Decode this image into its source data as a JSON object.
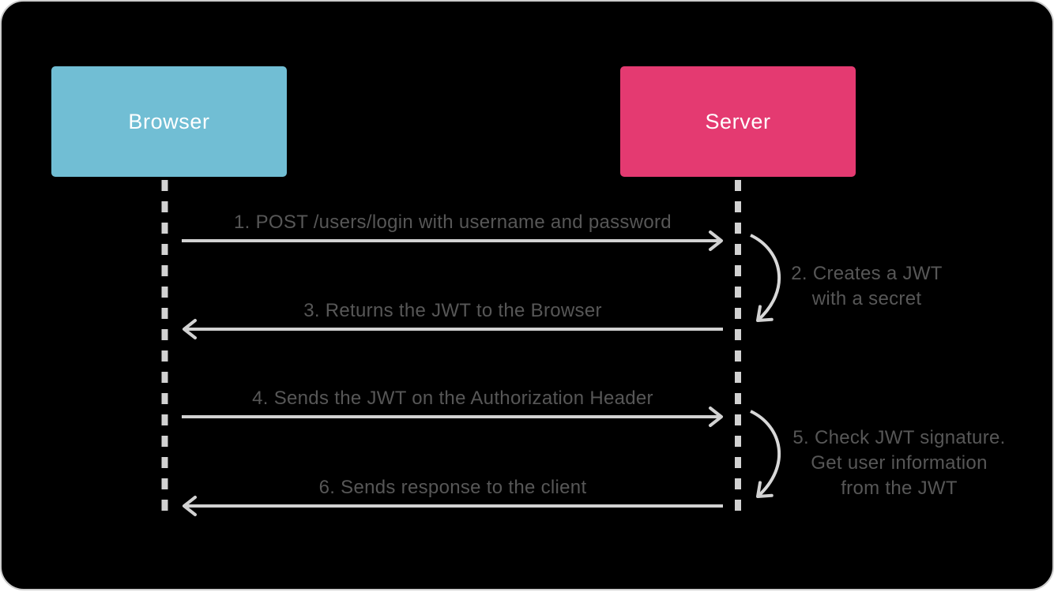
{
  "actors": [
    {
      "label": "Browser",
      "color": "#71bed4"
    },
    {
      "label": "Server",
      "color": "#e43a71"
    }
  ],
  "messages": [
    {
      "label": "1. POST /users/login with username and password",
      "from": "Browser",
      "to": "Server",
      "direction": "right"
    },
    {
      "label": "3. Returns the JWT to the Browser",
      "from": "Server",
      "to": "Browser",
      "direction": "left"
    },
    {
      "label": "4. Sends the JWT on the Authorization Header",
      "from": "Browser",
      "to": "Server",
      "direction": "right"
    },
    {
      "label": "6. Sends response to the client",
      "from": "Server",
      "to": "Browser",
      "direction": "left"
    }
  ],
  "self_actions": [
    {
      "actor": "Server",
      "lines": [
        "2. Creates a JWT",
        "with a secret"
      ]
    },
    {
      "actor": "Server",
      "lines": [
        "5. Check JWT signature.",
        "Get user information",
        "from the JWT"
      ]
    }
  ],
  "colors": {
    "canvas_background": "#000000",
    "canvas_border": "#cdcdcd",
    "line": "#d2d2d2",
    "label_text": "#575757",
    "actor_label_text": "#ffffff",
    "browser_box": "#71bed4",
    "server_box": "#e43a71"
  }
}
